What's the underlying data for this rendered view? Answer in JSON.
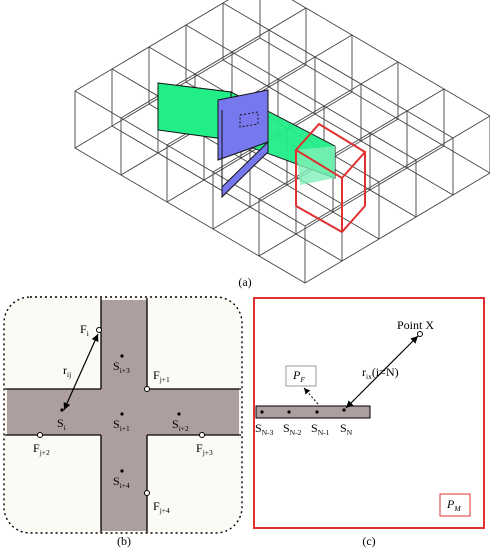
{
  "figure": {
    "panel_a": {
      "caption": "(a)",
      "colors": {
        "grid": "#444444",
        "wall_green": "#22ee88",
        "wall_blue": "#7777ee",
        "highlight": "#e03030"
      }
    },
    "panel_b": {
      "caption": "(b)",
      "colors": {
        "pipe": "#ad9f9f",
        "background": "#fcfaf5",
        "outline": "#000000"
      },
      "labels": {
        "F_i_main": "F",
        "F_i_sub": "i",
        "r_ij_main": "r",
        "r_ij_sub": "ij",
        "S_i3_main": "S",
        "S_i3_sub": "i+3",
        "F_j1_main": "F",
        "F_j1_sub": "j+1",
        "S_i_main": "S",
        "S_i_sub": "i",
        "S_i1_main": "S",
        "S_i1_sub": "i+1",
        "S_i2_main": "S",
        "S_i2_sub": "i+2",
        "F_j2_main": "F",
        "F_j2_sub": "j+2",
        "F_j3_main": "F",
        "F_j3_sub": "j+3",
        "S_i4_main": "S",
        "S_i4_sub": "i+4",
        "F_j4_main": "F",
        "F_j4_sub": "j+4"
      }
    },
    "panel_c": {
      "caption": "(c)",
      "colors": {
        "border": "#e03030",
        "pipe": "#ad9f9f"
      },
      "labels": {
        "point_x": "Point X",
        "p_f_main": "P",
        "p_f_sub": "F",
        "r_ix_main": "r",
        "r_ix_sub": "ix",
        "r_ix_note": "(i=N)",
        "s_n3_main": "S",
        "s_n3_sub": "N-3",
        "s_n2_main": "S",
        "s_n2_sub": "N-2",
        "s_n1_main": "S",
        "s_n1_sub": "N-1",
        "s_n_main": "S",
        "s_n_sub": "N",
        "p_m_main": "P",
        "p_m_sub": "M"
      }
    }
  }
}
